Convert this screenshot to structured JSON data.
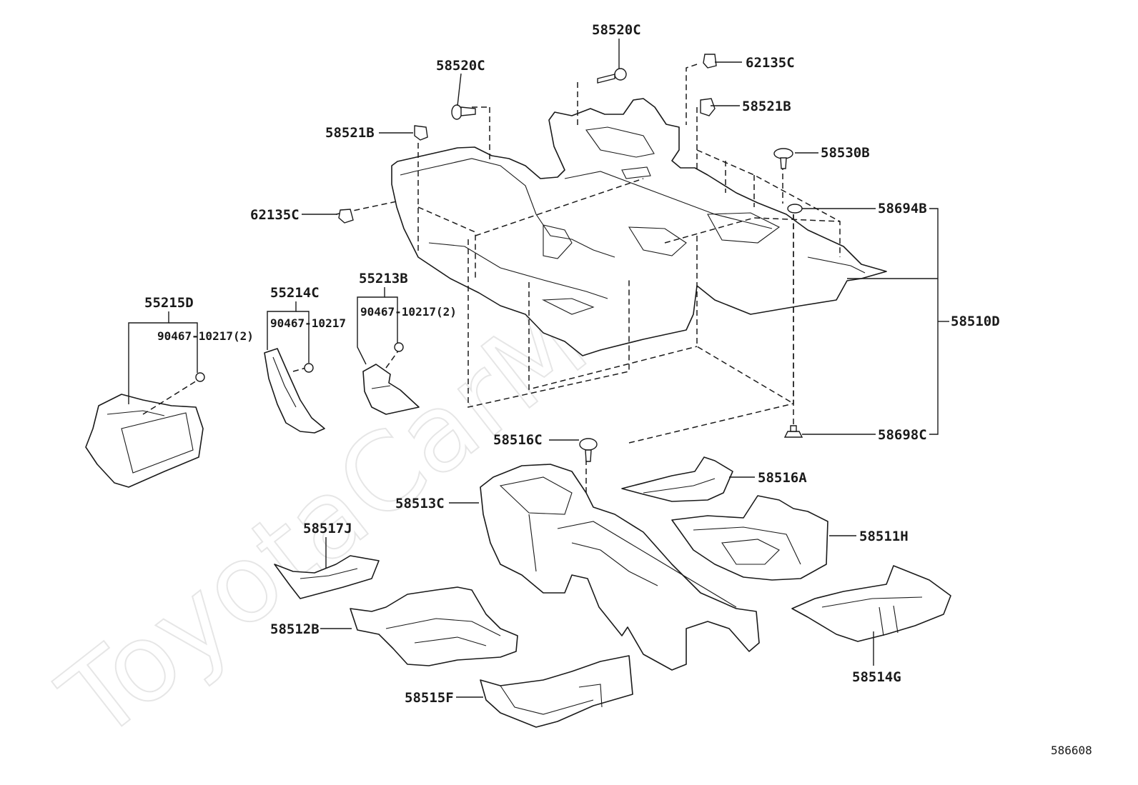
{
  "watermark": "ToyotaCarMe.ru",
  "diagram_id": "586608",
  "labels": {
    "p58520C_top": "58520C",
    "p58520C_left": "58520C",
    "p62135C_top": "62135C",
    "p58521B_right": "58521B",
    "p58521B_left": "58521B",
    "p58530B": "58530B",
    "p62135C_left": "62135C",
    "p58694B": "58694B",
    "p58510D": "58510D",
    "p58698C": "58698C",
    "p55215D": "55215D",
    "p55215D_clip": "90467-10217(2)",
    "p55214C": "55214C",
    "p55214C_clip": "90467-10217",
    "p55213B": "55213B",
    "p55213B_clip": "90467-10217(2)",
    "p58516C": "58516C",
    "p58516A": "58516A",
    "p58513C": "58513C",
    "p58511H": "58511H",
    "p58517J": "58517J",
    "p58512B": "58512B",
    "p58515F": "58515F",
    "p58514G": "58514G"
  }
}
